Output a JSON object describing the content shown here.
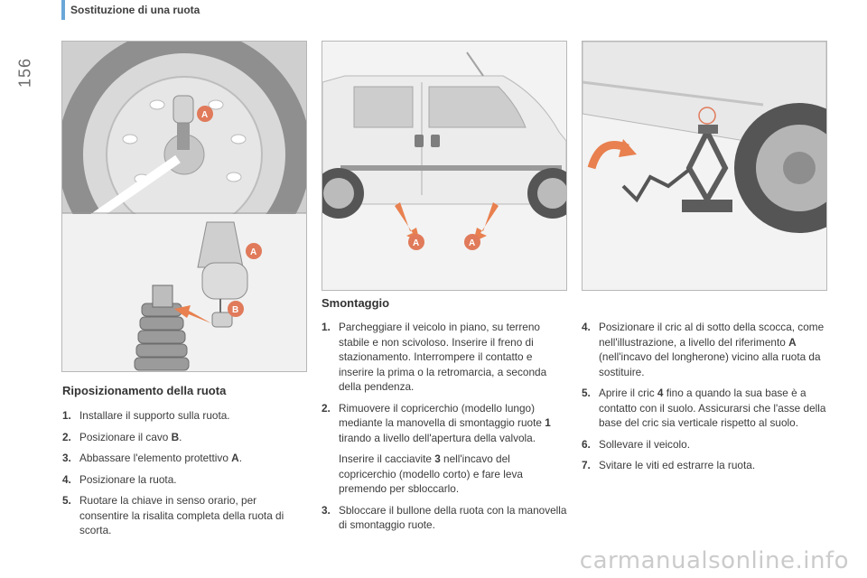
{
  "page": {
    "number": "156",
    "section_title": "Sostituzione di una ruota"
  },
  "left_column": {
    "heading": "Riposizionamento della ruota",
    "steps": [
      {
        "num": "1.",
        "pre": "Installare il supporto sulla ruota.",
        "bold": "",
        "post": ""
      },
      {
        "num": "2.",
        "pre": "Posizionare il cavo ",
        "bold": "B",
        "post": "."
      },
      {
        "num": "3.",
        "pre": "Abbassare l'elemento protettivo ",
        "bold": "A",
        "post": "."
      },
      {
        "num": "4.",
        "pre": "Posizionare la ruota.",
        "bold": "",
        "post": ""
      },
      {
        "num": "5.",
        "pre": "Ruotare la chiave in senso orario, per consentire la risalita completa della ruota di scorta.",
        "bold": "",
        "post": ""
      }
    ]
  },
  "middle_column": {
    "heading": "Smontaggio",
    "steps": [
      {
        "num": "1.",
        "text": "Parcheggiare il veicolo in piano, su terreno stabile e non scivoloso. Inserire il freno di stazionamento. Interrompere il contatto e inserire la prima o la retromarcia, a seconda della pendenza."
      },
      {
        "num": "2.",
        "text": "Rimuovere il copricerchio (modello lungo) mediante la manovella di smontaggio ruote ",
        "bold": "1",
        "text_after": " tirando a livello dell'apertura della valvola.",
        "sub_pre": "Inserire il cacciavite ",
        "sub_bold": "3",
        "sub_post": " nell'incavo del copricerchio (modello corto) e fare leva premendo per sbloccarlo."
      },
      {
        "num": "3.",
        "text": "Sbloccare il bullone della ruota con la manovella di smontaggio ruote."
      }
    ]
  },
  "right_column": {
    "steps": [
      {
        "num": "4.",
        "pre": "Posizionare il cric al di sotto della scocca, come nell'illustrazione, a livello del riferimento ",
        "bold": "A",
        "post": " (nell'incavo del longherone) vicino alla ruota da sostituire."
      },
      {
        "num": "5.",
        "pre": "Aprire il cric ",
        "bold": "4",
        "post": " fino a quando la sua base è a contatto con il suolo. Assicurarsi che l'asse della base del cric sia verticale rispetto al suolo."
      },
      {
        "num": "6.",
        "pre": "Sollevare il veicolo.",
        "bold": "",
        "post": ""
      },
      {
        "num": "7.",
        "pre": "Svitare le viti ed estrarre la ruota.",
        "bold": "",
        "post": ""
      }
    ]
  },
  "figures": {
    "spare_wheel": {
      "labels": [
        "A",
        "A",
        "B"
      ]
    },
    "van_side": {
      "labels": [
        "A",
        "A"
      ]
    },
    "jack": {
      "labels": []
    }
  },
  "colors": {
    "accent": "#6aa7d8",
    "badge": "#e07a5a",
    "arrow": "#e8804f"
  },
  "watermark": "carmanualsonline.info"
}
